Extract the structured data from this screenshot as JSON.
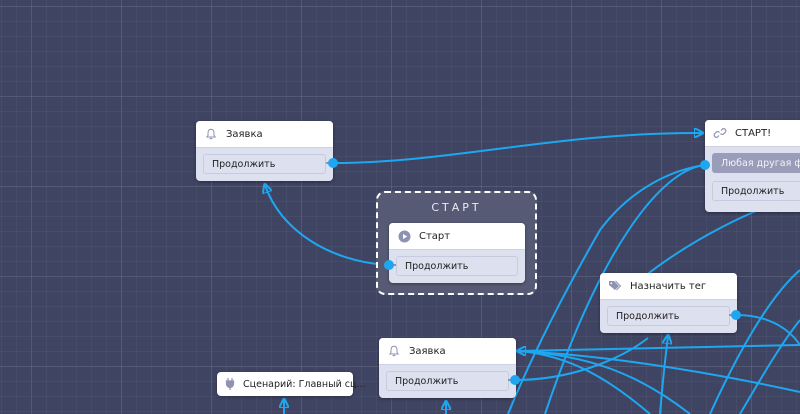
{
  "canvas": {
    "background": "#3f4462",
    "edge_color": "#1ea7f0"
  },
  "start_group": {
    "title": "СТАРТ"
  },
  "nodes": {
    "zayavka_top": {
      "icon": "bell-icon",
      "title": "Заявка",
      "buttons": [
        "Продолжить"
      ]
    },
    "start": {
      "icon": "play-circle-icon",
      "title": "Старт",
      "buttons": [
        "Продолжить"
      ]
    },
    "start_excl": {
      "icon": "link-icon",
      "title": "СТАРТ!",
      "buttons": [
        "Любая другая фраза",
        "Продолжить"
      ]
    },
    "assign_tag": {
      "icon": "tag-icon",
      "title": "Назначить тег",
      "buttons": [
        "Продолжить"
      ]
    },
    "zayavka_bottom": {
      "icon": "bell-icon",
      "title": "Заявка",
      "buttons": [
        "Продолжить"
      ]
    },
    "scenario": {
      "icon": "plug-icon",
      "title": "Сценарий: Главный сц..."
    }
  }
}
